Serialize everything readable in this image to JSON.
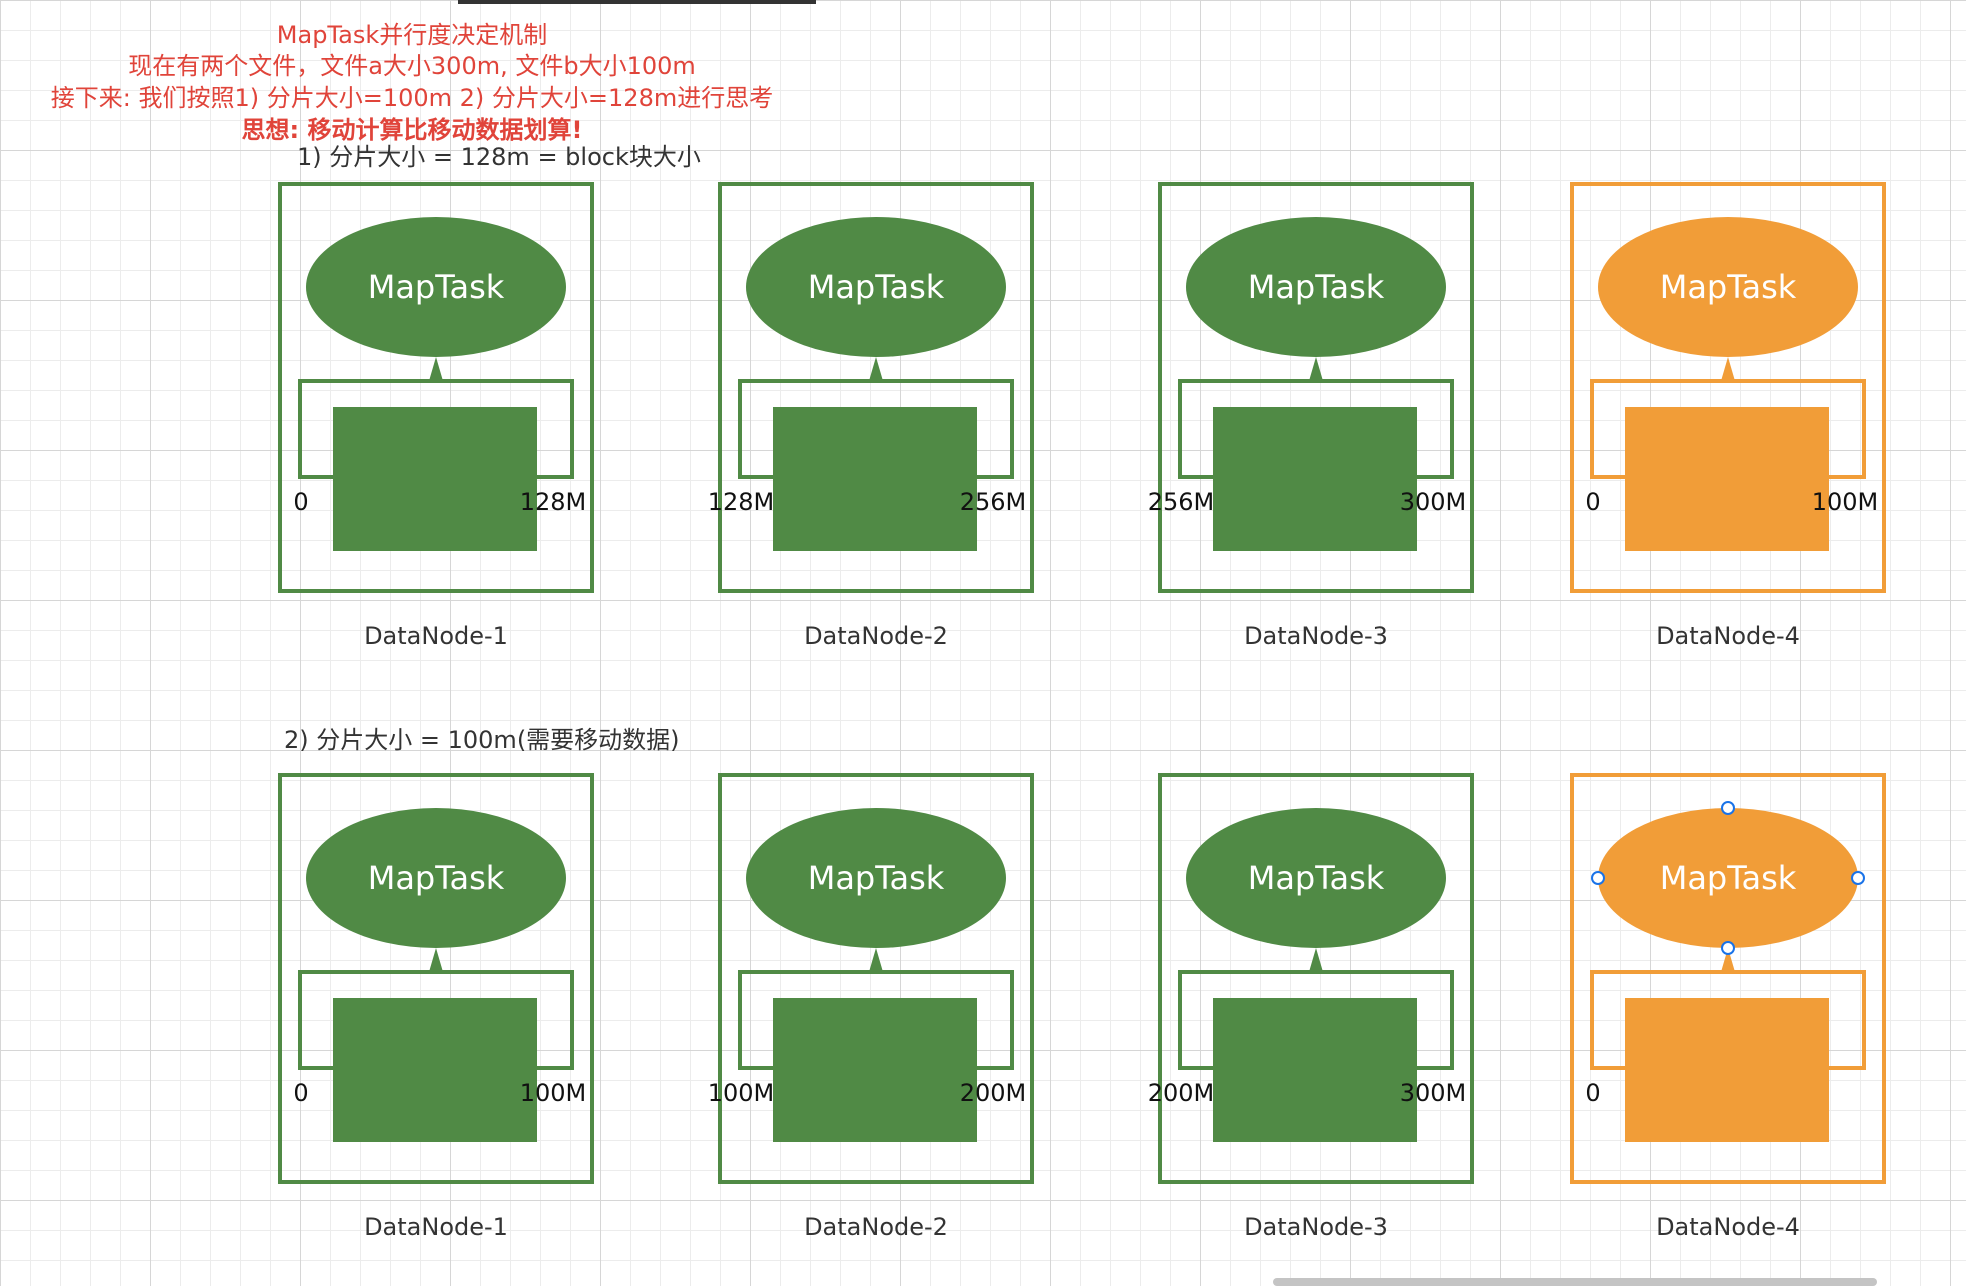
{
  "colors": {
    "green": "#508a45",
    "orange": "#f19d38",
    "header_text": "#e0443a",
    "label_text": "#333333",
    "handle": "#1a73e8"
  },
  "header": {
    "line1": "MapTask并行度决定机制",
    "line2": "现在有两个文件，文件a大小300m, 文件b大小100m",
    "line3": "接下来: 我们按照1) 分片大小=100m 2) 分片大小=128m进行思考",
    "line4": "思想: 移动计算比移动数据划算!"
  },
  "sections": [
    {
      "label": "1) 分片大小 = 128m = block块大小",
      "nodes": [
        {
          "name": "DataNode-1",
          "task": "MapTask",
          "start": "0",
          "end": "128M",
          "color": "green"
        },
        {
          "name": "DataNode-2",
          "task": "MapTask",
          "start": "128M",
          "end": "256M",
          "color": "green"
        },
        {
          "name": "DataNode-3",
          "task": "MapTask",
          "start": "256M",
          "end": "300M",
          "color": "green"
        },
        {
          "name": "DataNode-4",
          "task": "MapTask",
          "start": "0",
          "end": "100M",
          "color": "orange"
        }
      ]
    },
    {
      "label": "2) 分片大小 = 100m(需要移动数据)",
      "nodes": [
        {
          "name": "DataNode-1",
          "task": "MapTask",
          "start": "0",
          "end": "100M",
          "color": "green"
        },
        {
          "name": "DataNode-2",
          "task": "MapTask",
          "start": "100M",
          "end": "200M",
          "color": "green"
        },
        {
          "name": "DataNode-3",
          "task": "MapTask",
          "start": "200M",
          "end": "300M",
          "color": "green"
        },
        {
          "name": "DataNode-4",
          "task": "MapTask",
          "start": "0",
          "end": "",
          "color": "orange",
          "selected": true
        }
      ]
    }
  ]
}
